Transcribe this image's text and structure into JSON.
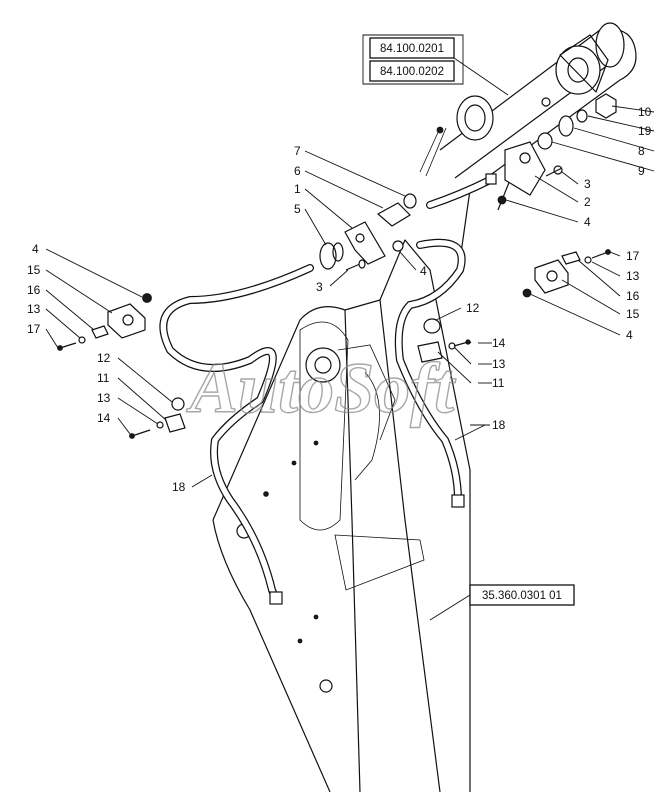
{
  "watermark": "AutoSoft",
  "ref_boxes": {
    "cyl_a": "84.100.0201",
    "cyl_b": "84.100.0202",
    "arm": "35.360.0301 01"
  },
  "callouts": {
    "c_7": "7",
    "c_6": "6",
    "c_1": "1",
    "c_5": "5",
    "c_3a": "3",
    "c_4a": "4",
    "c_4b": "4",
    "c_15a": "15",
    "c_16a": "16",
    "c_13a": "13",
    "c_17a": "17",
    "c_12a": "12",
    "c_11a": "11",
    "c_13b": "13",
    "c_14a": "14",
    "c_18a": "18",
    "c_10": "10",
    "c_19": "19",
    "c_8": "8",
    "c_9": "9",
    "c_3b": "3",
    "c_2": "2",
    "c_4c": "4",
    "c_17b": "17",
    "c_13c": "13",
    "c_16b": "16",
    "c_15b": "15",
    "c_4d": "4",
    "c_12b": "12",
    "c_14b": "14",
    "c_13d": "13",
    "c_11b": "11",
    "c_18b": "18"
  }
}
